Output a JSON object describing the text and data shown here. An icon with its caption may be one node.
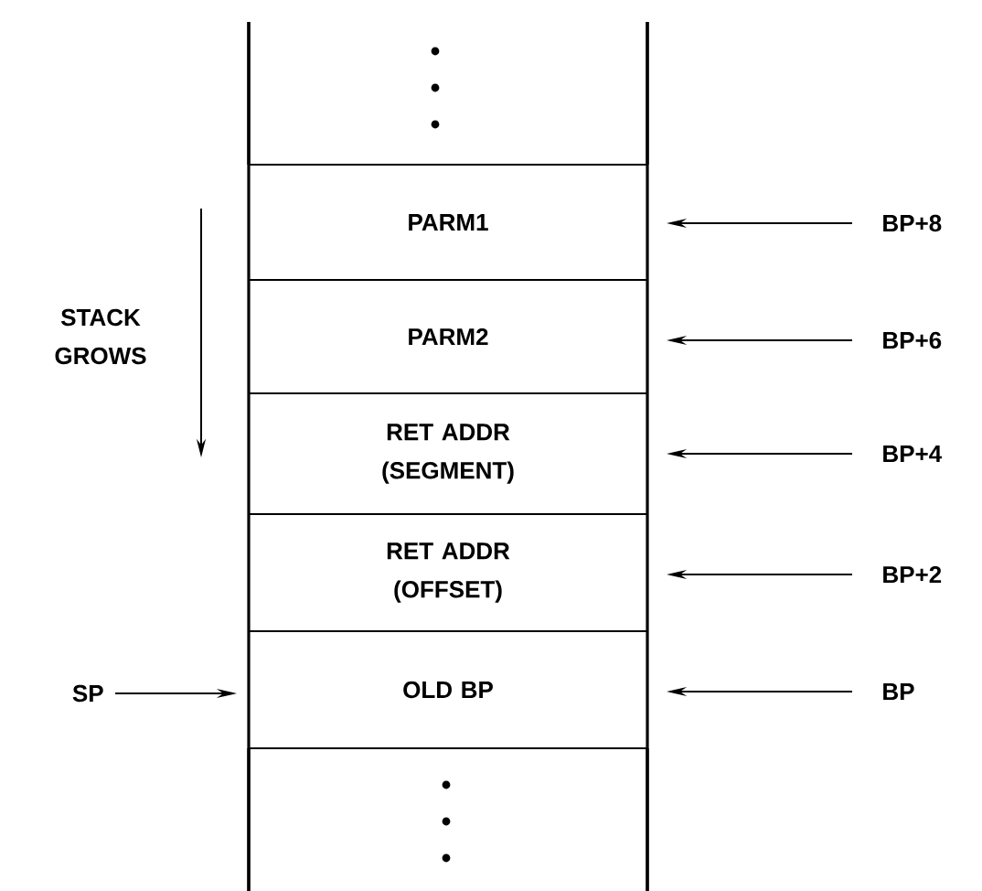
{
  "diagram": {
    "nodes": [
      {
        "text": [],
        "shape": "box"
      },
      {
        "text": [
          "PARM1"
        ]
      },
      {
        "text": [
          "PARM2"
        ]
      },
      {
        "text": [
          "RET ADDR (SEGMENT)"
        ]
      },
      {
        "text": [
          "RET ADDR (OFFSET)"
        ]
      },
      {
        "text": [
          "OLD BP"
        ]
      },
      {
        "text": [],
        "shape": "box"
      },
      {
        "text": [
          "BP+8"
        ]
      },
      {
        "text": [
          "BP+6"
        ]
      },
      {
        "text": [
          "BP+4"
        ]
      },
      {
        "text": [
          "BP+2"
        ]
      },
      {
        "text": [
          "BP"
        ]
      },
      {
        "text": [
          "SP"
        ]
      }
    ],
    "edges": [
      {
        "from": 7,
        "to": 1,
        "arrow": "to"
      },
      {
        "from": 8,
        "to": 2,
        "arrow": "to"
      },
      {
        "from": 9,
        "to": 3,
        "arrow": "to"
      },
      {
        "from": 10,
        "to": 4,
        "arrow": "to"
      },
      {
        "from": 11,
        "to": 5,
        "arrow": "to"
      },
      {
        "from": 12,
        "to": 5,
        "arrow": "to"
      }
    ],
    "labels": [
      "STACK GROWS"
    ]
  }
}
